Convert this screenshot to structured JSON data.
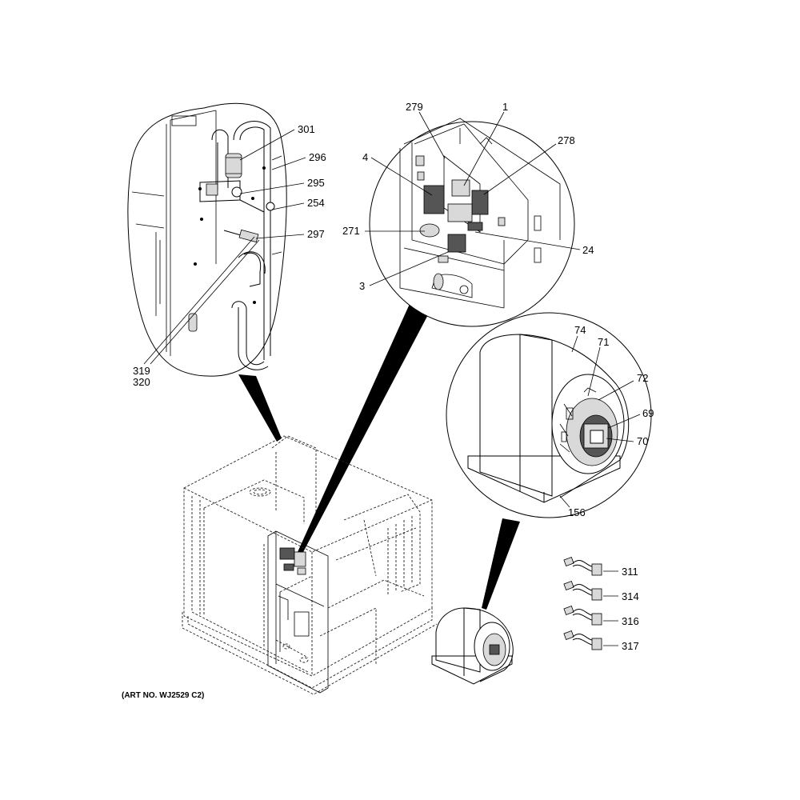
{
  "art_number": "(ART NO. WJ2529 C2)",
  "callouts": {
    "refrigerant": [
      "301",
      "296",
      "295",
      "254",
      "297",
      "319",
      "320"
    ],
    "control_board": [
      "279",
      "1",
      "278",
      "4",
      "271",
      "24",
      "3"
    ],
    "blower": [
      "74",
      "71",
      "72",
      "69",
      "70",
      "156"
    ],
    "harnesses": [
      "311",
      "314",
      "316",
      "317"
    ]
  }
}
